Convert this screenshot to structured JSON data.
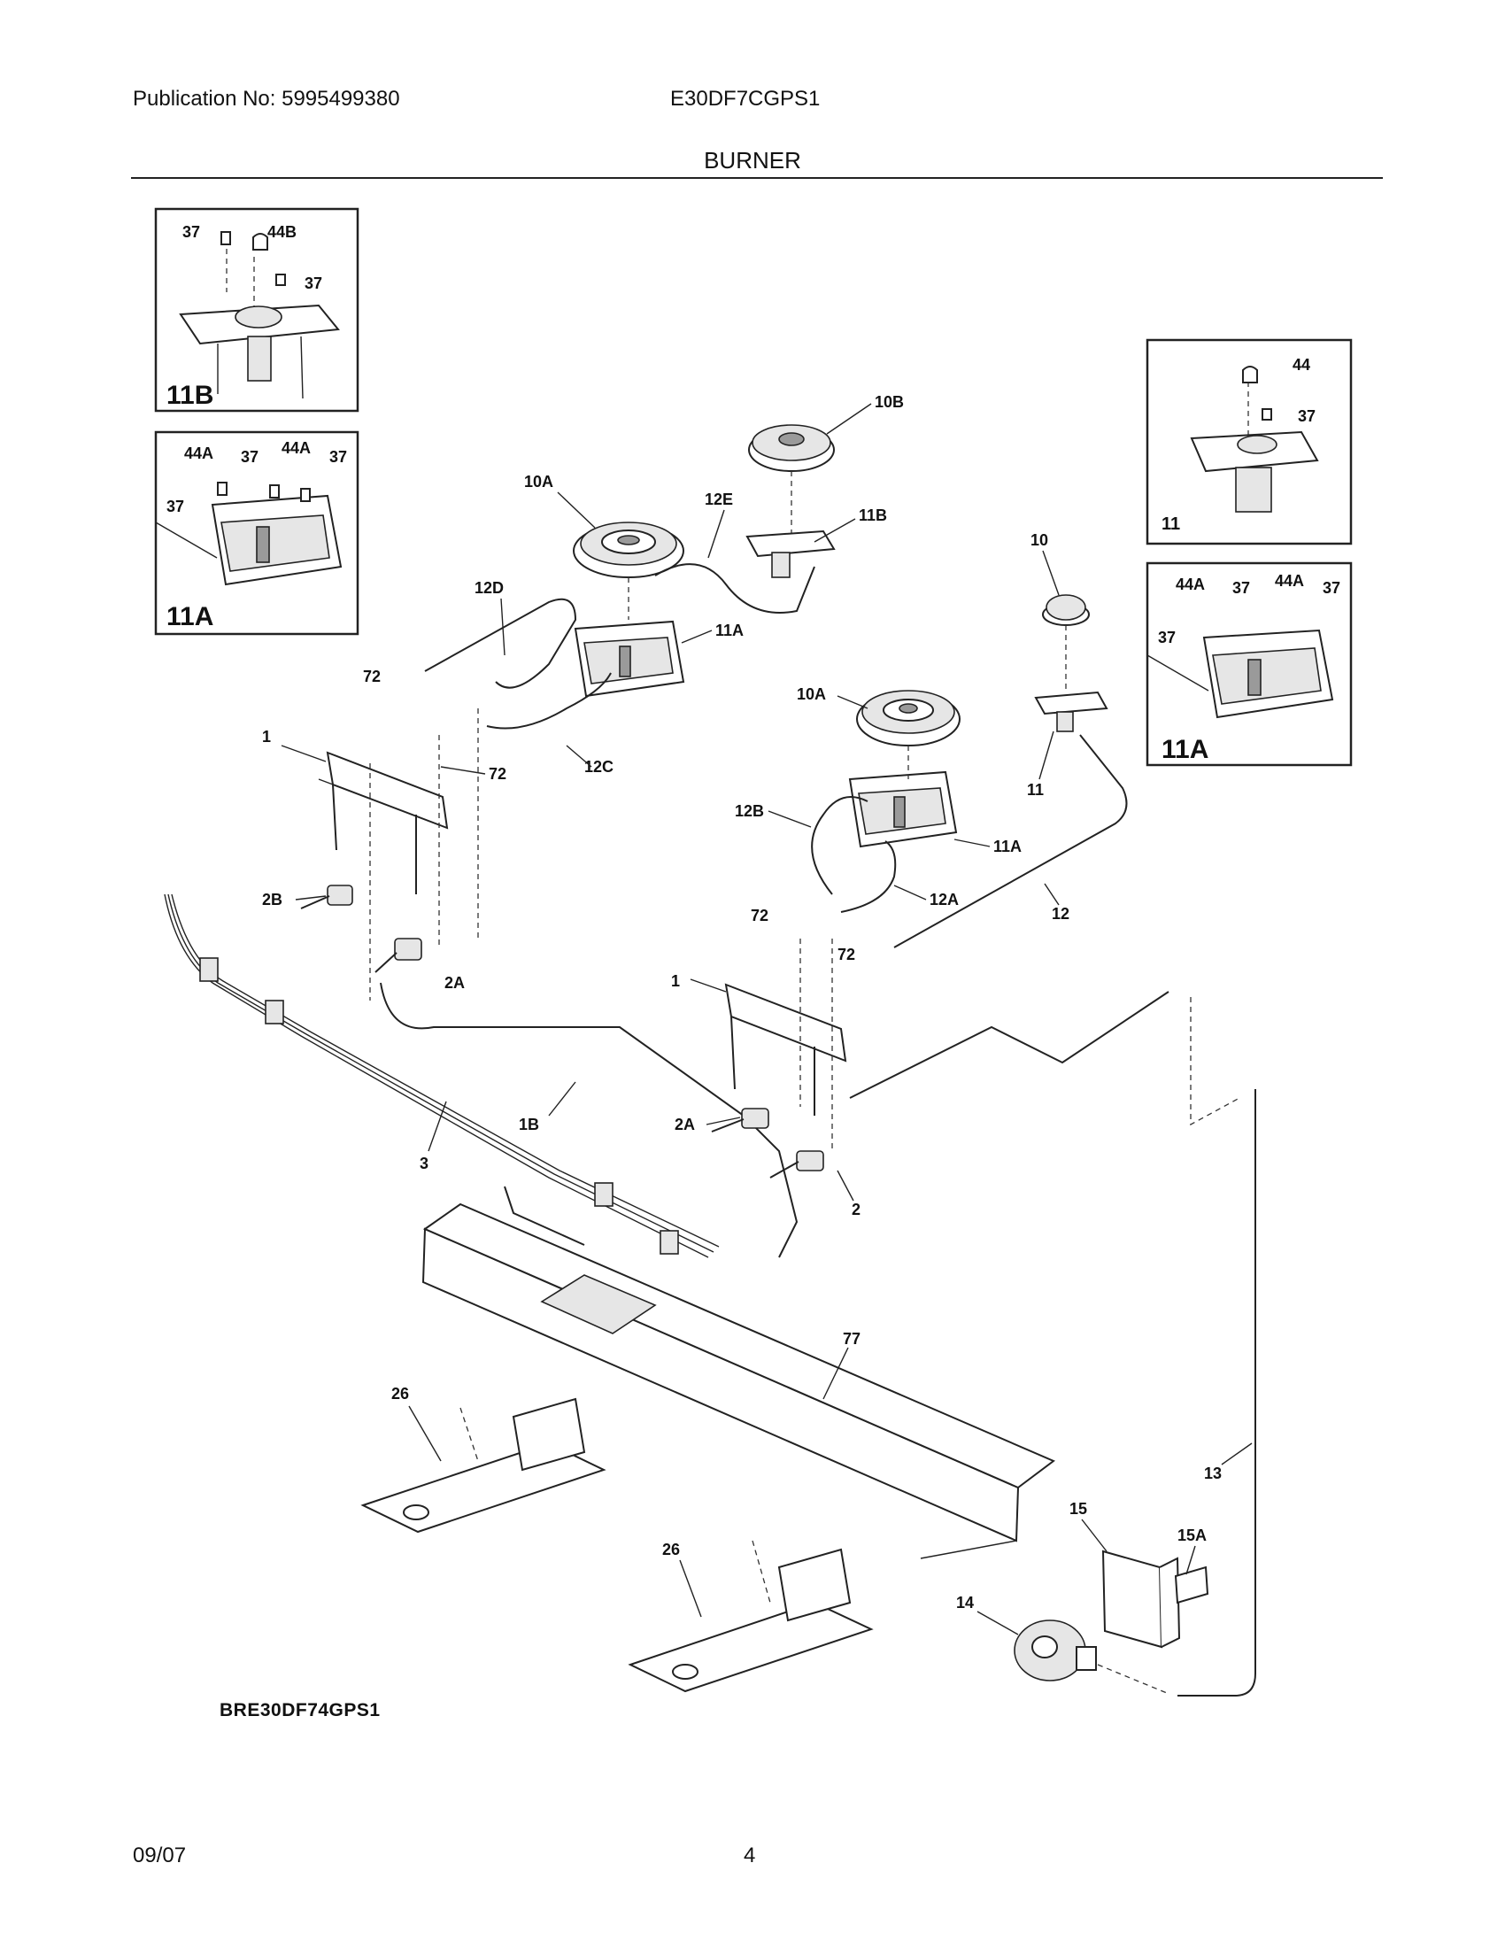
{
  "header": {
    "publication": "Publication No: 5995499380",
    "model": "E30DF7CGPS1",
    "section": "BURNER"
  },
  "footer": {
    "date": "09/07",
    "page": "4"
  },
  "diagram_code": "BRE30DF74GPS1",
  "insets": {
    "inset_11b": {
      "title": "11B",
      "labels": [
        "37",
        "44B",
        "37"
      ]
    },
    "inset_11a_left": {
      "title": "11A",
      "labels": [
        "44A",
        "37",
        "44A",
        "37",
        "37"
      ]
    },
    "inset_11": {
      "title": "11",
      "labels": [
        "44",
        "37"
      ]
    },
    "inset_11a_right": {
      "title": "11A",
      "labels": [
        "44A",
        "37",
        "44A",
        "37",
        "37"
      ]
    }
  },
  "callouts": {
    "c10b": "10B",
    "c10a_top": "10A",
    "c12e": "12E",
    "c11b": "11B",
    "c10": "10",
    "c12d": "12D",
    "c11a_top": "11A",
    "c72_a": "72",
    "c1_left": "1",
    "c72_b": "72",
    "c12c": "12C",
    "c10a_mid": "10A",
    "c11": "11",
    "c12b": "12B",
    "c11a_mid": "11A",
    "c2b": "2B",
    "c12a": "12A",
    "c12": "12",
    "c2a_left": "2A",
    "c72_c": "72",
    "c72_d": "72",
    "c1_right": "1",
    "c1b": "1B",
    "c2a_right": "2A",
    "c3": "3",
    "c2": "2",
    "c77": "77",
    "c26_a": "26",
    "c13": "13",
    "c15": "15",
    "c15a": "15A",
    "c26_b": "26",
    "c14": "14"
  }
}
